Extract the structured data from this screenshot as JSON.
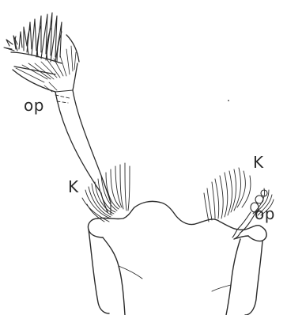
{
  "labels": {
    "op_upper": "op",
    "k_left": "K",
    "k_right": "K",
    "op_lower": "op"
  }
}
